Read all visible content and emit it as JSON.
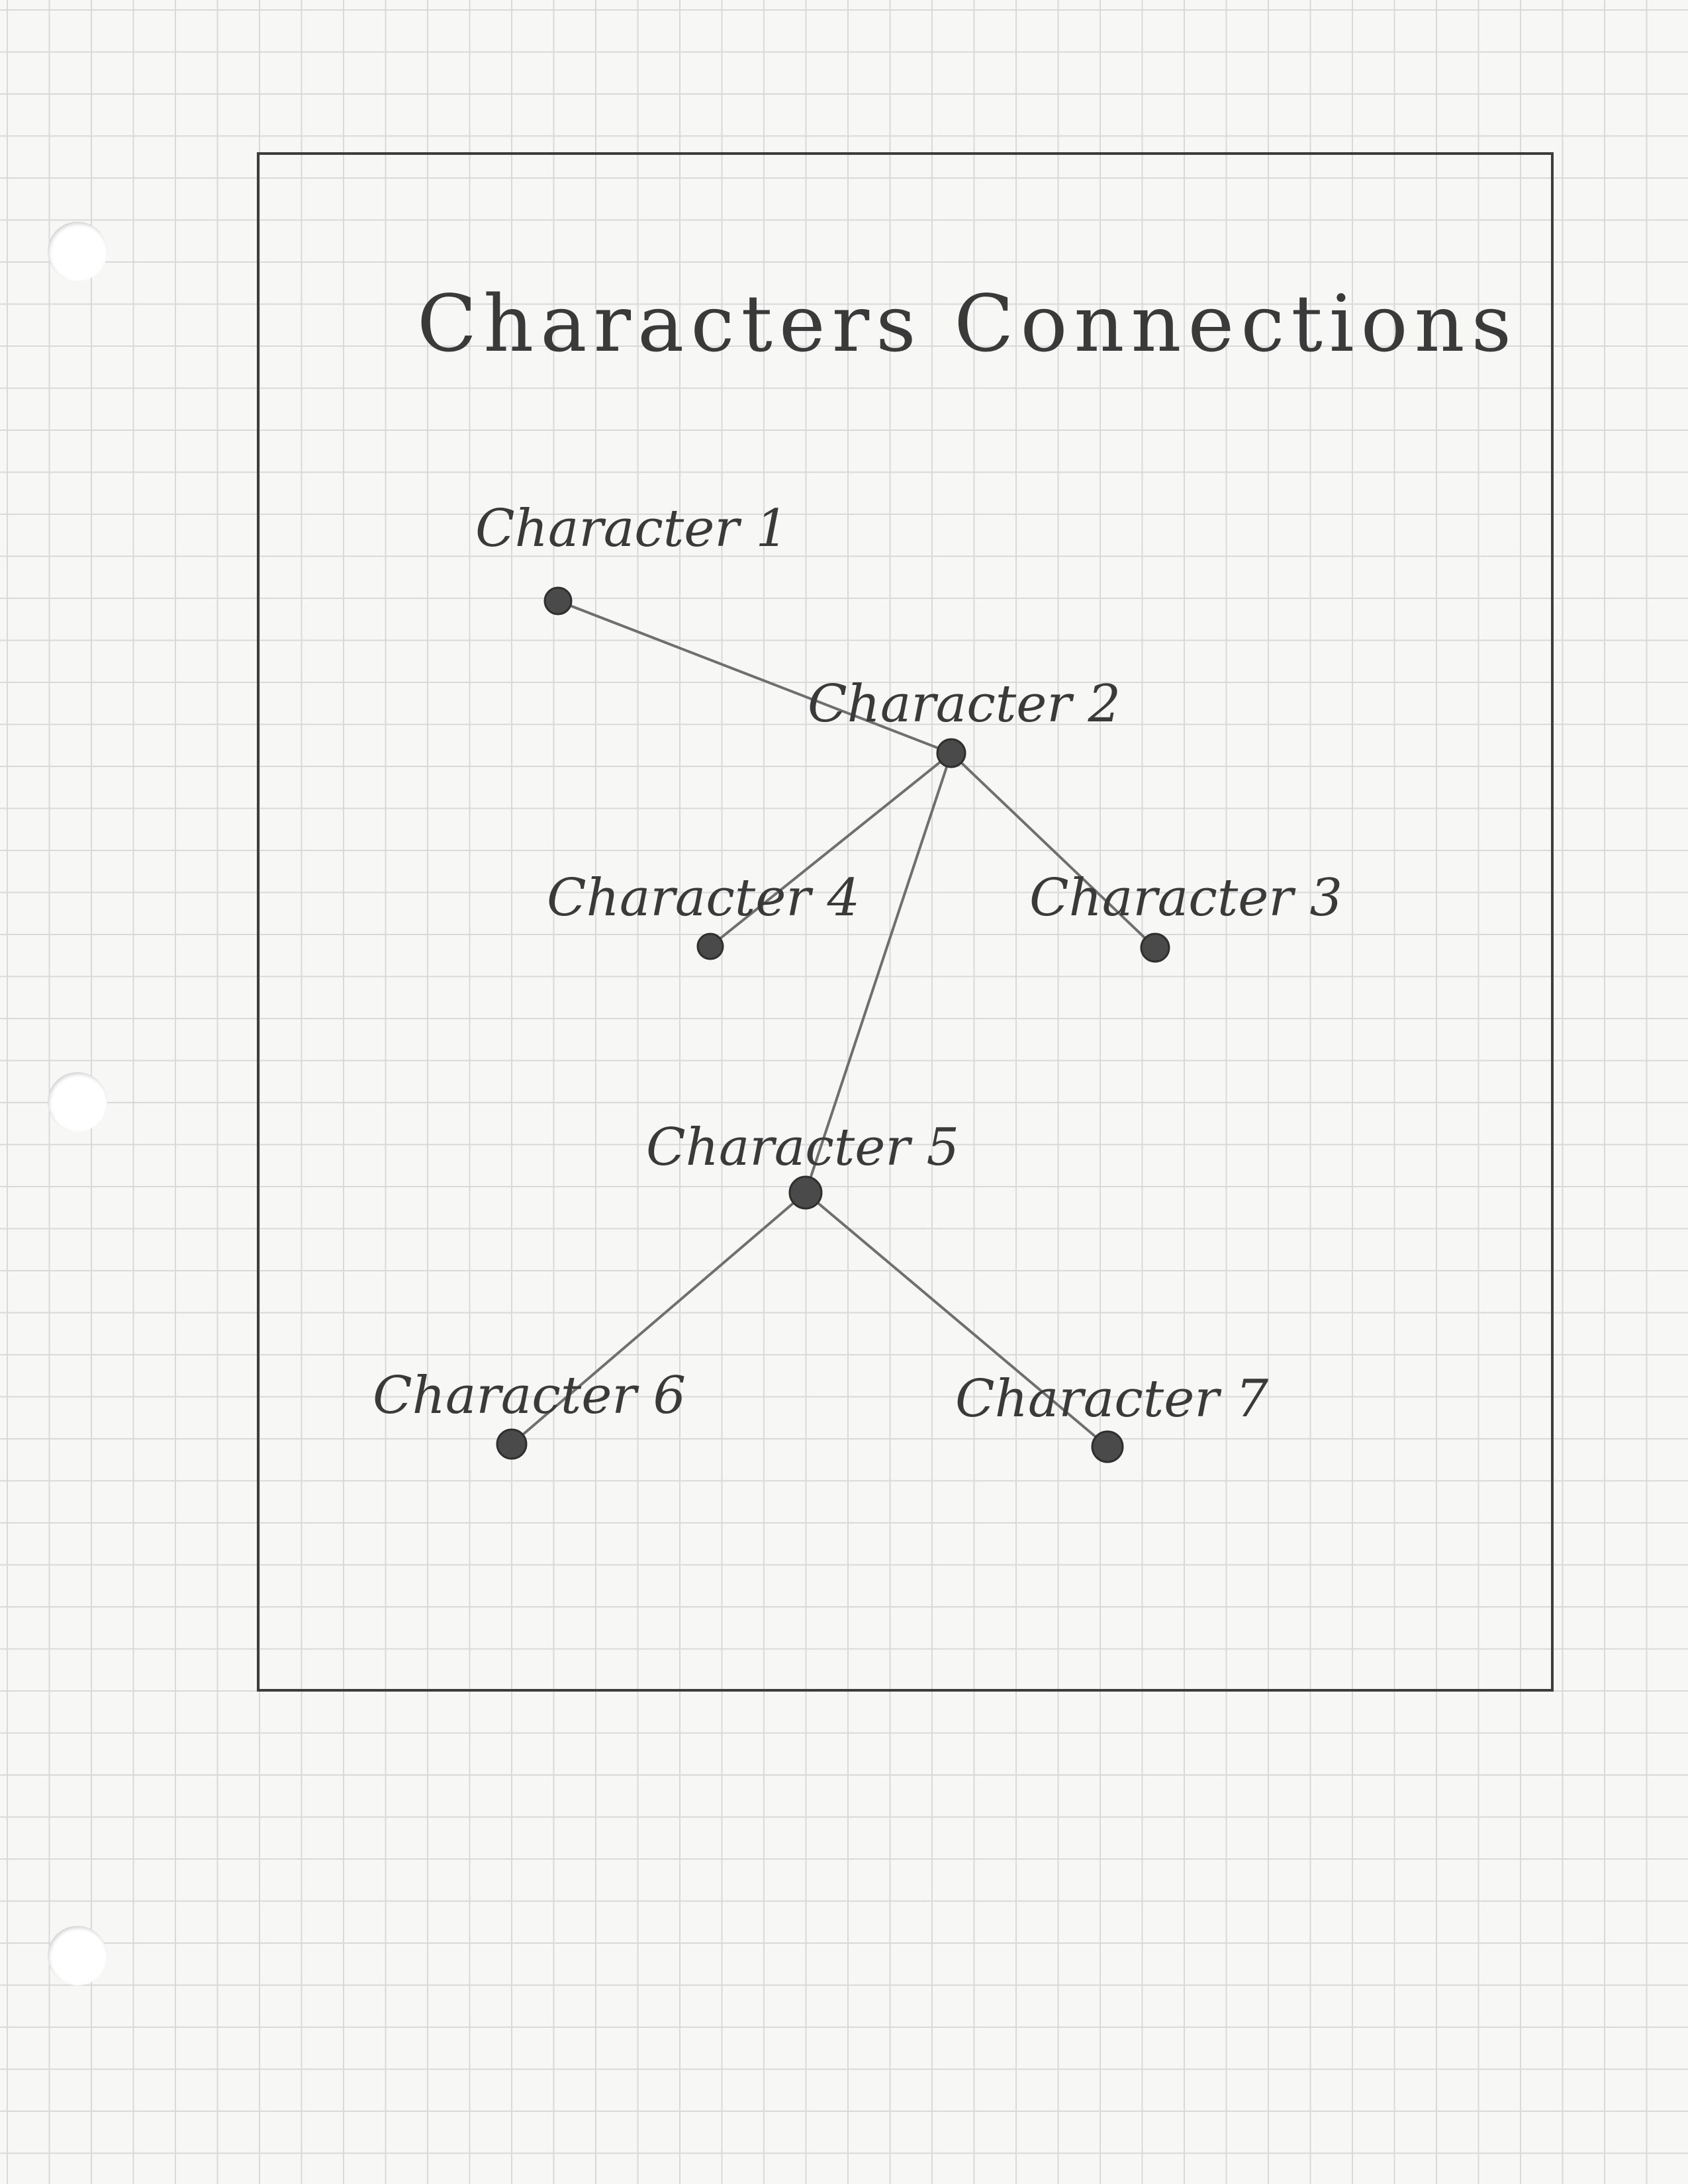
{
  "title": "Characters Connections",
  "nodes": [
    {
      "id": "c1",
      "label": "Character 1"
    },
    {
      "id": "c2",
      "label": "Character 2"
    },
    {
      "id": "c3",
      "label": "Character 3"
    },
    {
      "id": "c4",
      "label": "Character 4"
    },
    {
      "id": "c5",
      "label": "Character 5"
    },
    {
      "id": "c6",
      "label": "Character 6"
    },
    {
      "id": "c7",
      "label": "Character 7"
    }
  ],
  "edges": [
    {
      "from": "c1",
      "to": "c2"
    },
    {
      "from": "c2",
      "to": "c4"
    },
    {
      "from": "c2",
      "to": "c3"
    },
    {
      "from": "c2",
      "to": "c5"
    },
    {
      "from": "c5",
      "to": "c6"
    },
    {
      "from": "c5",
      "to": "c7"
    }
  ],
  "colors": {
    "ink": "#3a3a3a",
    "grid": "#d9d9d9",
    "paper": "#f7f7f6"
  }
}
